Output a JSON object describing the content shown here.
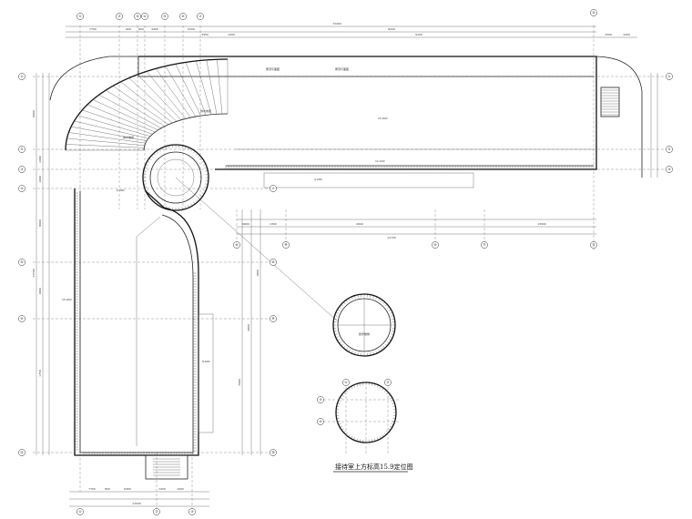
{
  "caption": "接待室上方标高15.9定位图",
  "axis_top": [
    "①",
    "②",
    "③",
    "④",
    "⑤",
    "⑥",
    "⑦",
    "⑩"
  ],
  "axis_left": [
    "①",
    "②",
    "③",
    "④",
    "⑤",
    "⑥",
    "⑦",
    "⑧",
    "⑨",
    "Ⓐ"
  ],
  "axis_right": [
    "①",
    "②",
    "③"
  ],
  "axis_mid": [
    "⑧",
    "⑨",
    "⑩",
    "⑪",
    "⑫",
    "⑬"
  ],
  "axis_bottom": [
    "①",
    "②",
    "③"
  ],
  "detail_axes": [
    "①",
    "②",
    "③",
    "④"
  ],
  "dims_top": [
    "72400",
    "8200",
    "7750",
    "900",
    "800",
    "4400",
    "6200",
    "1200",
    "3450",
    "9100",
    "1500",
    "1200"
  ],
  "dims_mid": [
    "9600",
    "1300",
    "4000",
    "13000",
    "11700"
  ],
  "dims_bottom": [
    "7700",
    "800",
    "6400",
    "1200",
    "1900",
    "11500"
  ],
  "dims_left": [
    "9000",
    "1000",
    "1600",
    "8000",
    "1800",
    "1750",
    "37500",
    "4800",
    "1800",
    "7000"
  ],
  "notes": [
    "屋顶平面图",
    "屋顶平面图",
    "排水坡度",
    "排水坡度"
  ],
  "levels": [
    "15.900",
    "12.200",
    "4.200",
    "6.300",
    "15.900",
    "8.600"
  ],
  "stair_label": "踏步楼梯"
}
